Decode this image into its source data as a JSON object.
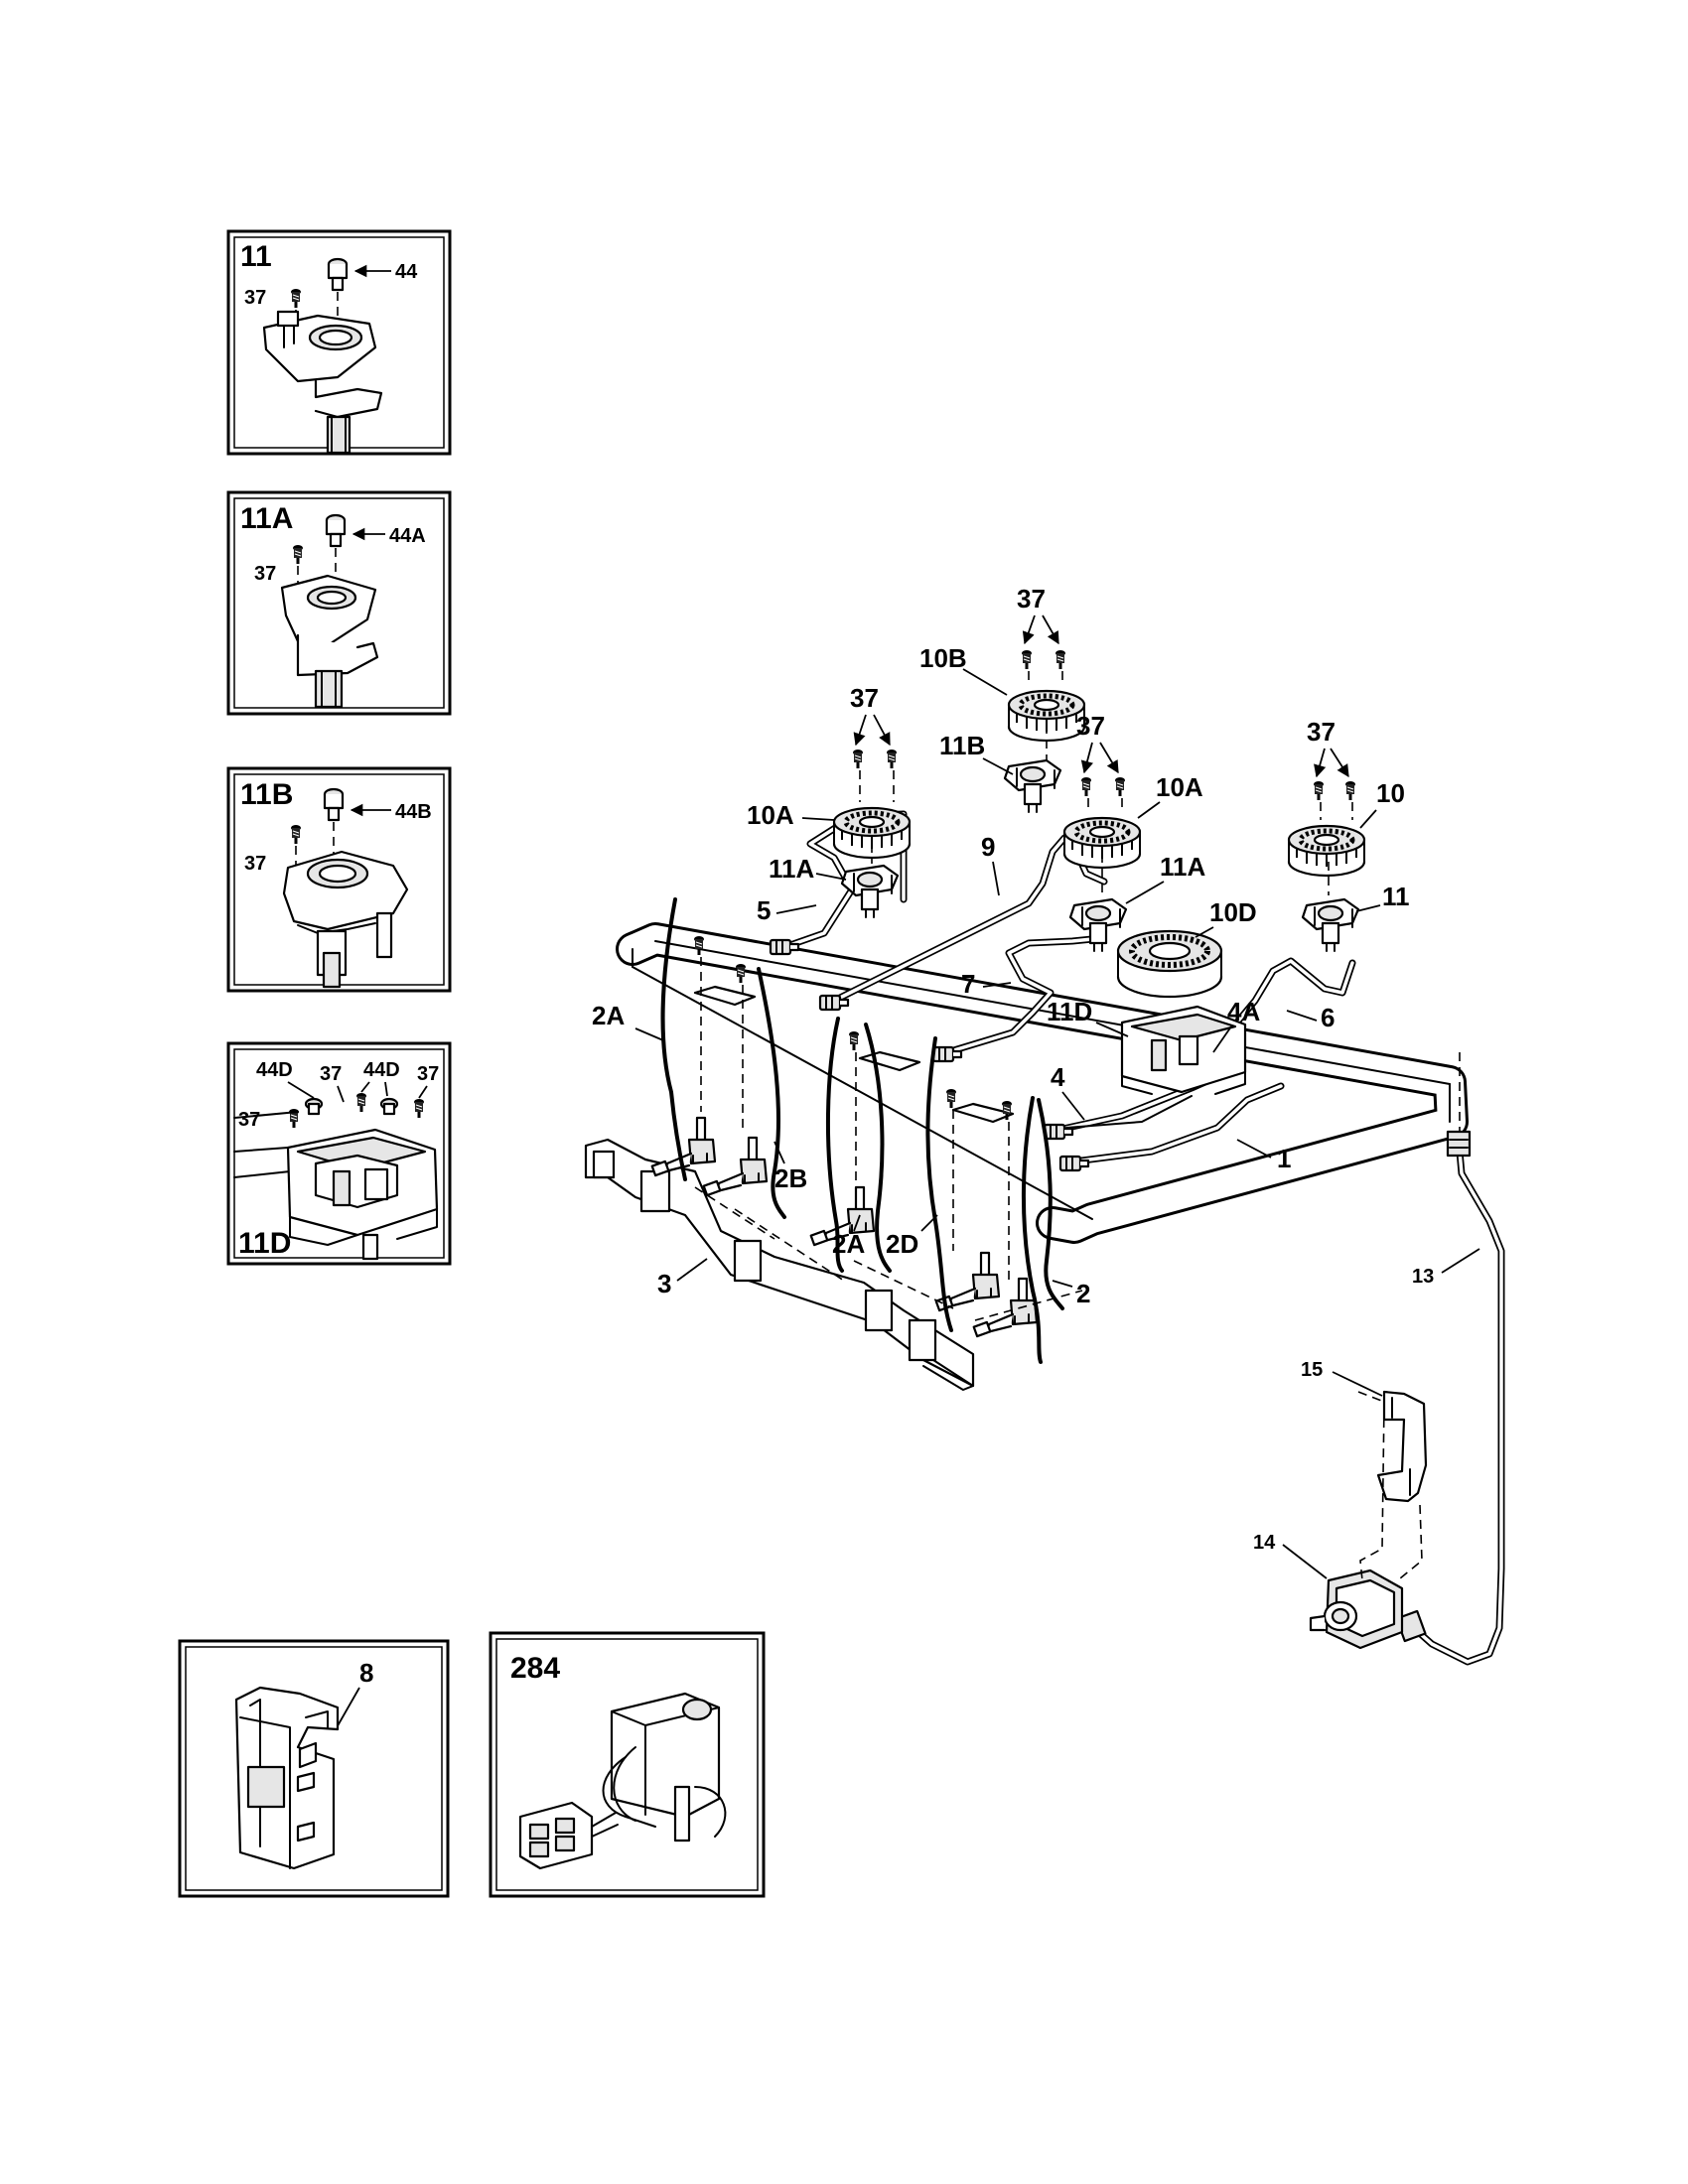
{
  "insets": {
    "inset_11": {
      "title": "11",
      "labels": [
        "37",
        "44"
      ]
    },
    "inset_11a": {
      "title": "11A",
      "labels": [
        "44A",
        "37"
      ]
    },
    "inset_11b": {
      "title": "11B",
      "labels": [
        "44B",
        "37"
      ]
    },
    "inset_11d": {
      "title": "11D",
      "labels": [
        "44D",
        "37",
        "44D",
        "37",
        "37"
      ]
    },
    "inset_8": {
      "title": "8"
    },
    "inset_284": {
      "title": "284"
    }
  },
  "callouts": [
    "37",
    "10B",
    "37",
    "11B",
    "37",
    "10A",
    "37",
    "10",
    "10A",
    "11A",
    "11A",
    "11",
    "9",
    "5",
    "7",
    "10D",
    "11D",
    "4A",
    "6",
    "2A",
    "4",
    "1",
    "2B",
    "2A",
    "2D",
    "2",
    "3",
    "13",
    "15",
    "14"
  ]
}
